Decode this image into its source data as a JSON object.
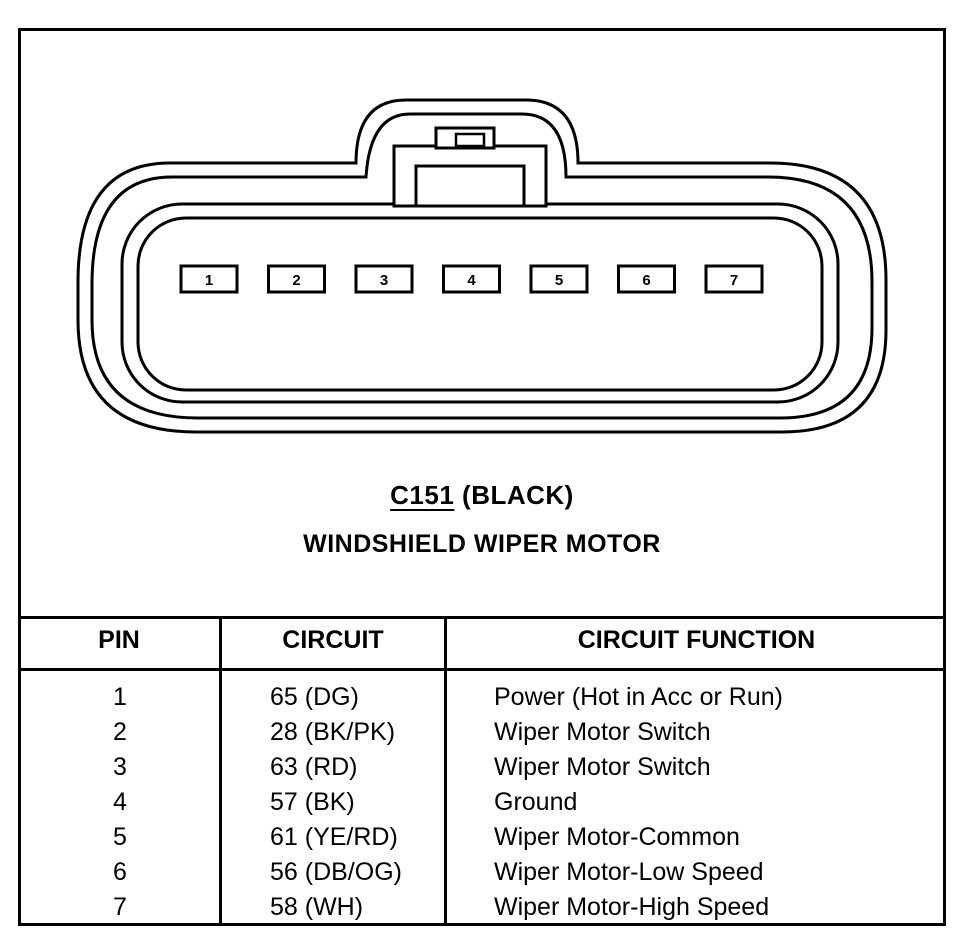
{
  "connector": {
    "id": "C151",
    "color_label": "(BLACK)",
    "component": "WINDSHIELD WIPER MOTOR",
    "pin_labels": [
      "1",
      "2",
      "3",
      "4",
      "5",
      "6",
      "7"
    ]
  },
  "table": {
    "headers": {
      "pin": "PIN",
      "circuit": "CIRCUIT",
      "function": "CIRCUIT FUNCTION"
    },
    "rows": [
      {
        "pin": "1",
        "circuit": "65 (DG)",
        "function": "Power (Hot in Acc or Run)"
      },
      {
        "pin": "2",
        "circuit": "28 (BK/PK)",
        "function": "Wiper Motor Switch"
      },
      {
        "pin": "3",
        "circuit": "63 (RD)",
        "function": "Wiper Motor Switch"
      },
      {
        "pin": "4",
        "circuit": "57 (BK)",
        "function": "Ground"
      },
      {
        "pin": "5",
        "circuit": "61 (YE/RD)",
        "function": "Wiper Motor-Common"
      },
      {
        "pin": "6",
        "circuit": "56 (DB/OG)",
        "function": "Wiper Motor-Low Speed"
      },
      {
        "pin": "7",
        "circuit": "58 (WH)",
        "function": "Wiper Motor-High Speed"
      }
    ]
  }
}
